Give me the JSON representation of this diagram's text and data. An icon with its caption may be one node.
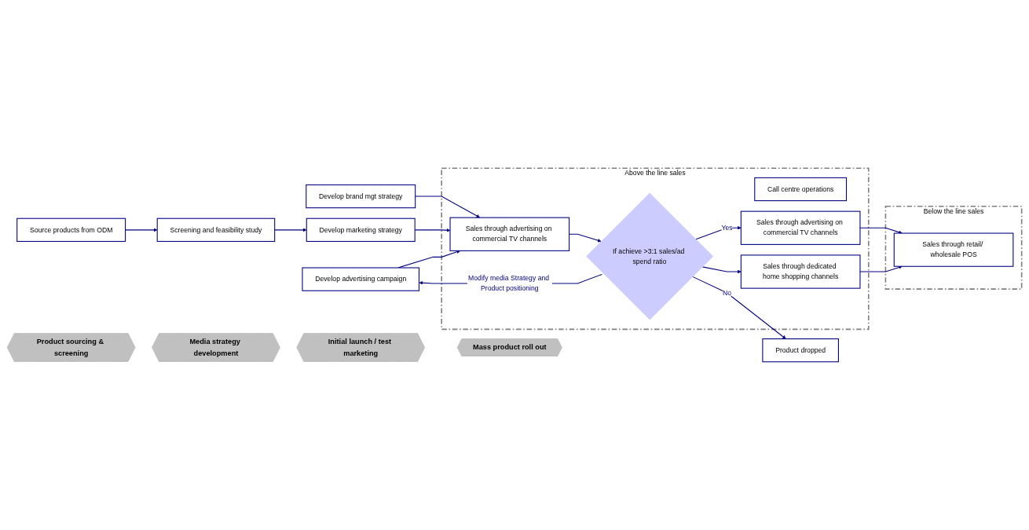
{
  "diagram": {
    "nodes": [
      {
        "text": [
          "Product sourcing & screening"
        ]
      },
      {
        "text": [
          "Media strategy development"
        ]
      },
      {
        "text": [
          "Initial launch / test marketing"
        ]
      },
      {
        "text": [
          "Mass product roll out"
        ]
      },
      {
        "text": [
          "Source products from ODM"
        ]
      },
      {
        "text": [
          "Screening and feasibility study"
        ]
      },
      {
        "text": [
          "Develop brand mgt strategy"
        ]
      },
      {
        "text": [
          "Develop marketing strategy"
        ]
      },
      {
        "text": [
          "Develop advertising campaign"
        ]
      },
      {
        "text": [
          "Above the line sales"
        ]
      },
      {
        "text": [
          "Call centre operations"
        ],
        "in": 9
      },
      {
        "text": [
          "Sales through advertising on commercial TV channels"
        ],
        "in": 9
      },
      {
        "text": [
          "If achieve >3:1 sales/ad spend ratio"
        ],
        "in": 9
      },
      {
        "text": [
          "Sales through advertising on commercial TV channels"
        ],
        "in": 9
      },
      {
        "text": [
          "Sales through dedicated home shopping channels"
        ],
        "in": 9
      },
      {
        "text": [
          "Product dropped"
        ]
      },
      {
        "text": [
          "Below the line sales"
        ]
      },
      {
        "text": [
          "Sales through retail/ wholesale POS"
        ],
        "in": 16
      }
    ],
    "edges": [
      {
        "from": 4,
        "to": 5,
        "arrow": "to"
      },
      {
        "from": 5,
        "to": 7,
        "arrow": "to"
      },
      {
        "from": 6,
        "to": 11,
        "arrow": "to"
      },
      {
        "from": 7,
        "to": 11,
        "arrow": "to"
      },
      {
        "from": 8,
        "to": 11,
        "arrow": "to"
      },
      {
        "from": 11,
        "to": 12,
        "arrow": "to"
      },
      {
        "from": 12,
        "to": 13,
        "label": "Yes",
        "arrow": "to"
      },
      {
        "from": 12,
        "to": 14,
        "arrow": "to"
      },
      {
        "from": 12,
        "to": 15,
        "label": "No",
        "arrow": "to"
      },
      {
        "from": 12,
        "to": 8,
        "label": "Modify media Strategy and Product positioning",
        "arrow": "to"
      },
      {
        "from": 13,
        "to": 17,
        "arrow": "to"
      },
      {
        "from": 14,
        "to": 17,
        "arrow": "to"
      }
    ]
  }
}
